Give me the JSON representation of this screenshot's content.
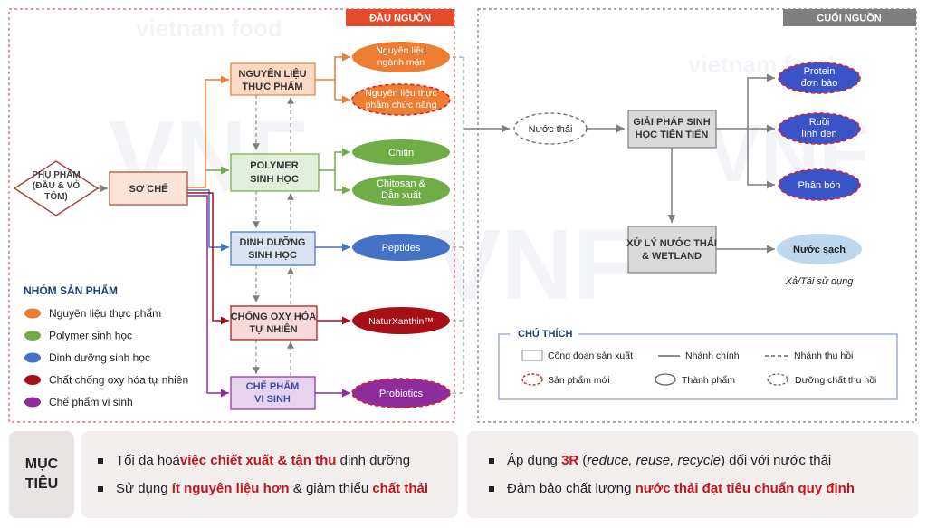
{
  "headers": {
    "upstream": "ĐẦU NGUỒN",
    "downstream": "CUỐI NGUỒN"
  },
  "watermark": {
    "logo": "VNF",
    "tagline": "vietnam food"
  },
  "nodes": {
    "raw": "PHỤ PHẨM|(ĐẦU & VỎ|TÔM)",
    "process": "SƠ CHẾ",
    "food": "NGUYÊN LIỆU|THỰC PHẨM",
    "polymer": "POLYMER|SINH HỌC",
    "nutrition": "DINH DƯỠNG|SINH HỌC",
    "antiox": "CHỐNG OXY HÓA|TỰ NHIÊN",
    "micro": "CHẾ PHẨM|VI SINH",
    "p_salty": "Nguyên liệu|ngành mặn",
    "p_func": "Nguyên liệu thực|phẩm chức năng",
    "p_chitin": "Chitin",
    "p_chitosan": "Chitosan &|Dẫn xuất",
    "p_peptides": "Peptides",
    "p_natur": "NaturXanthin™",
    "p_probiotics": "Probiotics",
    "wastewater": "Nước thải",
    "bio": "GIẢI PHÁP SINH|HỌC TIÊN TIẾN",
    "treat": "XỬ LÝ NƯỚC THẢI|& WETLAND",
    "d_protein": "Protein|đơn bào",
    "d_fly": "Ruồi|lính đen",
    "d_fert": "Phân bón",
    "d_clean": "Nước sạch",
    "reuse": "Xả/Tái sử dụng"
  },
  "groups": {
    "title": "NHÓM SẢN PHẨM",
    "items": [
      {
        "label": "Nguyên liệu thực phẩm",
        "color": "#ed7d31"
      },
      {
        "label": "Polymer sinh học",
        "color": "#70ad47"
      },
      {
        "label": "Dinh dưỡng sinh học",
        "color": "#4472c4"
      },
      {
        "label": "Chất chống oxy hóa tự nhiên",
        "color": "#a50f15"
      },
      {
        "label": "Chế phẩm vi sinh",
        "color": "#8e2c9c"
      }
    ]
  },
  "key": {
    "title": "CHÚ THÍCH",
    "stage": "Công đoạn sản xuất",
    "main": "Nhánh chính",
    "recovery": "Nhánh thu hồi",
    "new_product": "Sản phẩm mới",
    "finished": "Thành phẩm",
    "recovered": "Dưỡng chất thu hồi"
  },
  "goals": {
    "label_1": "MỤC",
    "label_2": "TIÊU",
    "g1_a": "Tối đa hoá ",
    "g1_b": "việc chiết xuất & tận thu",
    "g1_c": " dinh dưỡng",
    "g2_a": "Sử dụng ",
    "g2_b": "ít nguyên liệu hơn",
    "g2_c": " & giảm thiểu ",
    "g2_d": "chất thải",
    "g3_a": "Áp dụng ",
    "g3_b": "3R",
    "g3_c": " (",
    "g3_d": "reduce, reuse, recycle",
    "g3_e": ") đối với nước thải",
    "g4_a": "Đảm bảo chất lượng ",
    "g4_b": "nước thải đạt tiêu chuẩn quy định"
  },
  "colors": {
    "food": "#ed7d31",
    "polymer": "#70ad47",
    "nutrition": "#4472c4",
    "antiox": "#a50f15",
    "micro": "#8e2c9c",
    "downstream": "#3b53c8",
    "upstream_tag": "#e24b2b",
    "downstream_tag": "#7f7f7f"
  }
}
